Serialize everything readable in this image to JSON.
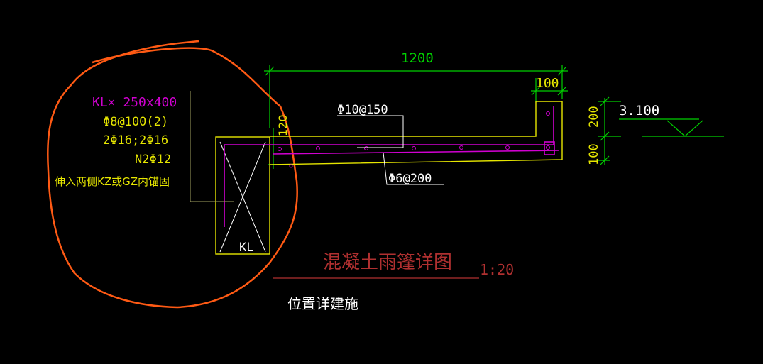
{
  "colors": {
    "background": "#000000",
    "green": "#00d000",
    "yellow": "#e6e600",
    "magenta": "#d000d0",
    "white": "#ffffff",
    "red": "#b03030",
    "orange": "#ff5a14",
    "olive": "#a0a060"
  },
  "dimensions": {
    "top_span": "1200",
    "right_width": "100",
    "slab_thickness": "120",
    "upturn_height": "200",
    "lower_height": "100",
    "elevation": "3.100"
  },
  "beam_notes": {
    "section": "KL× 250x400",
    "stirrups": "Φ8@100(2)",
    "main_bars": "2Φ16;2Φ16",
    "side_bars": "N2Φ12",
    "anchorage": "伸入两侧KZ或GZ内锚固",
    "beam_label": "KL"
  },
  "rebar_labels": {
    "top_bars": "Φ10@150",
    "dist_bars": "Φ6@200"
  },
  "title": {
    "main": "混凝土雨篷详图",
    "scale": "1:20",
    "note": "位置详建施"
  }
}
